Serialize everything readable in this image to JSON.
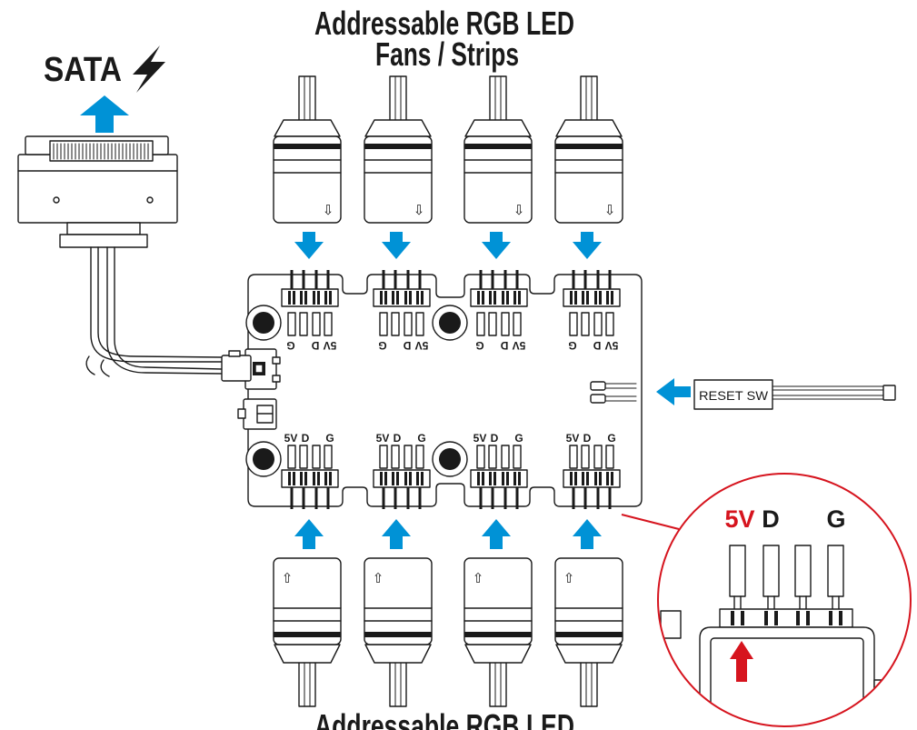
{
  "titles": {
    "top_line1": "Addressable RGB LED",
    "top_line2": "Fans / Strips",
    "bottom_line1": "Addressable RGB LED"
  },
  "power": {
    "label": "SATA",
    "icon": "lightning-bolt-icon"
  },
  "reset": {
    "label": "RESET SW"
  },
  "pins": {
    "v5": "5V",
    "data": "D",
    "ground": "G"
  },
  "plug_arrows": {
    "down": "⇩",
    "up": "⇧"
  },
  "zoom": {
    "v5": "5V",
    "data": "D",
    "ground": "G"
  },
  "colors": {
    "arrow_blue": "#0092d6",
    "callout_red": "#d6141e",
    "line": "#1a1a1a"
  }
}
